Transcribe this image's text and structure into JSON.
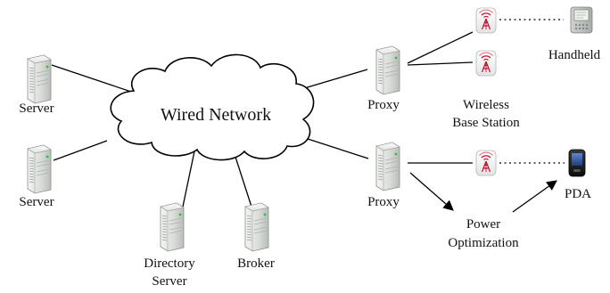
{
  "diagram": {
    "cloud_label": "Wired Network",
    "nodes": {
      "server_top": "Server",
      "server_bottom": "Server",
      "directory_server_line1": "Directory",
      "directory_server_line2": "Server",
      "broker": "Broker",
      "proxy_top": "Proxy",
      "proxy_bottom": "Proxy",
      "wireless_line1": "Wireless",
      "wireless_line2": "Base Station",
      "handheld": "Handheld",
      "pda": "PDA",
      "power_line1": "Power",
      "power_line2": "Optimization"
    },
    "icons": [
      "server-icon",
      "antenna-icon",
      "handheld-icon",
      "pda-icon",
      "cloud-icon"
    ],
    "colors": {
      "antenna": "#c8102e",
      "server_body": "#d9dcd9",
      "server_led": "#2fbf3f",
      "pda_screen": "#2b4a8a"
    }
  }
}
